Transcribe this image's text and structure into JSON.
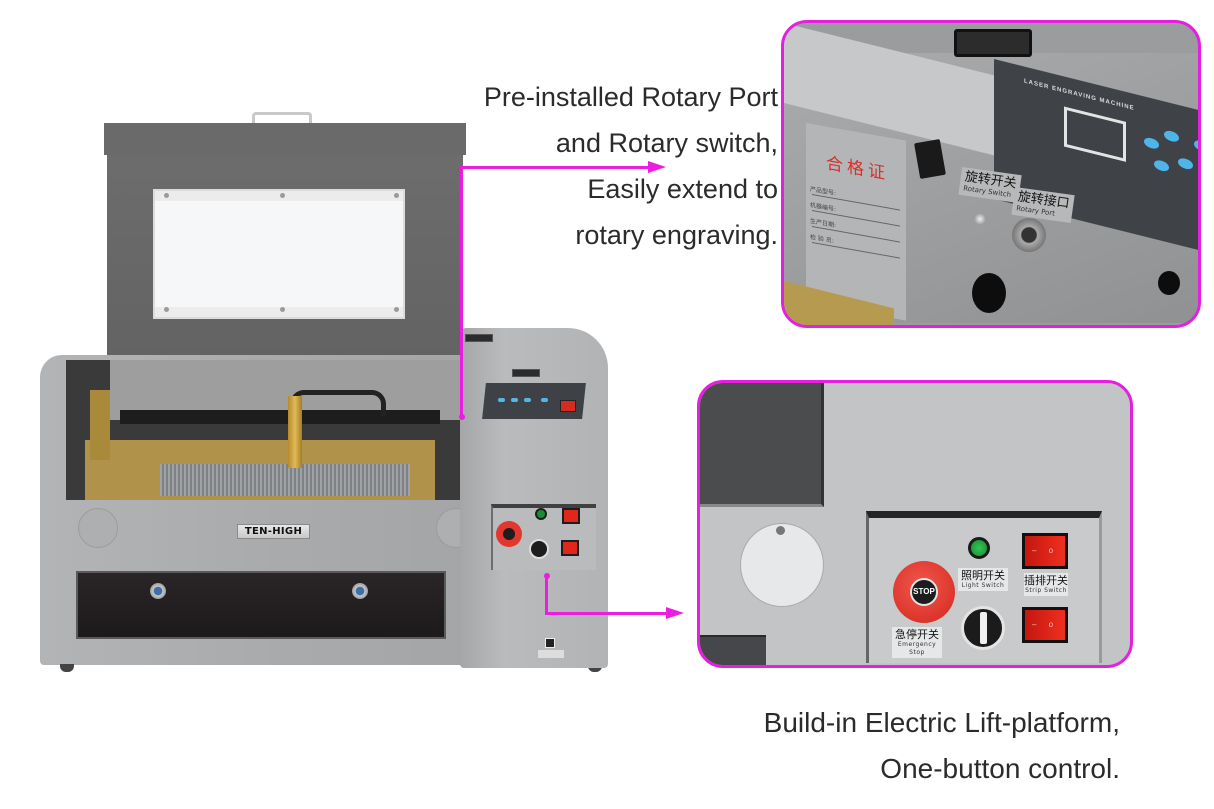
{
  "captions": {
    "top": [
      "Pre-installed Rotary Port",
      "and Rotary switch,",
      "Easily extend to",
      "rotary engraving."
    ],
    "bottom": [
      "Build-in Electric Lift-platform,",
      "One-button control."
    ]
  },
  "machine": {
    "brand_plate": "TEN-HIGH"
  },
  "top_callout": {
    "panel_title": "LASER ENGRAVING MACHINE",
    "certificate_title": "合格证",
    "certificate_fields": [
      "产品型号:",
      "机器编号:",
      "生产日期:",
      "检 验 员:"
    ],
    "rotary_switch_label": {
      "zh": "旋转开关",
      "en": "Rotary Switch"
    },
    "rotary_port_label": {
      "zh": "旋转接口",
      "en": "Rotary Port"
    }
  },
  "bottom_callout": {
    "stop_button": "STOP",
    "light_switch_label": {
      "zh": "照明开关",
      "en": "Light Switch"
    },
    "strip_switch_label": {
      "zh": "插排开关",
      "en": "Strip Switch"
    },
    "emergency_stop_label": {
      "zh": "急停开关",
      "en": "Emergency Stop"
    },
    "rocker_marks": "– o"
  },
  "colors": {
    "accent_magenta": "#ec1ce0",
    "caption_text": "#2b2b2b",
    "machine_silver": "#aeb0b2",
    "stop_red": "#e2372c",
    "indicator_green": "#1a8c30"
  }
}
